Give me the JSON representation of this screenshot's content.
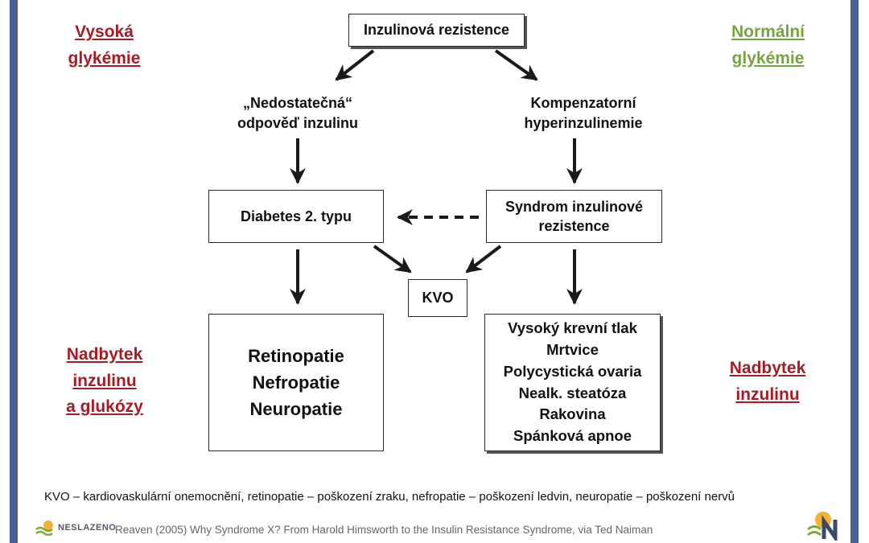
{
  "diagram": {
    "top_box": "Inzulinová rezistence",
    "left_label": [
      "„Nedostatečná“",
      "odpověď inzulinu"
    ],
    "right_label": [
      "Kompenzatorní",
      "hyperinzulinemie"
    ],
    "diabetes_box": "Diabetes 2. typu",
    "syndrome_box": [
      "Syndrom inzulinové",
      "rezistence"
    ],
    "kvo_box": "KVO",
    "left_outcomes": [
      "Retinopatie",
      "Nefropatie",
      "Neuropatie"
    ],
    "right_outcomes": [
      "Vysoký krevní tlak",
      "Mrtvice",
      "Polycystická ovaria",
      "Nealk. steatóza",
      "Rakovina",
      "Spánková apnoe"
    ]
  },
  "corners": {
    "top_left": [
      "Vysoká",
      "glykémie"
    ],
    "top_right": [
      "Normální",
      "glykémie"
    ],
    "bottom_left": [
      "Nadbytek",
      "inzulinu",
      "a glukózy"
    ],
    "bottom_right": [
      "Nadbytek",
      "inzulinu"
    ]
  },
  "colors": {
    "red": "#a51c24",
    "green": "#79a33e",
    "frame": "#4a5f97"
  },
  "footnote": "KVO – kardiovaskulární onemocnění, retinopatie – poškození zraku, nefropatie – poškození ledvin, neuropatie – poškození nervů",
  "citation": "Reaven (2005) Why Syndrome X? From Harold Himsworth to the Insulin Resistance Syndrome, via Ted Naiman",
  "logos": {
    "left_text": "NESLAZENO",
    "left_icon": "sun-wave-icon",
    "right_icon": "n-sun-logo-icon"
  }
}
